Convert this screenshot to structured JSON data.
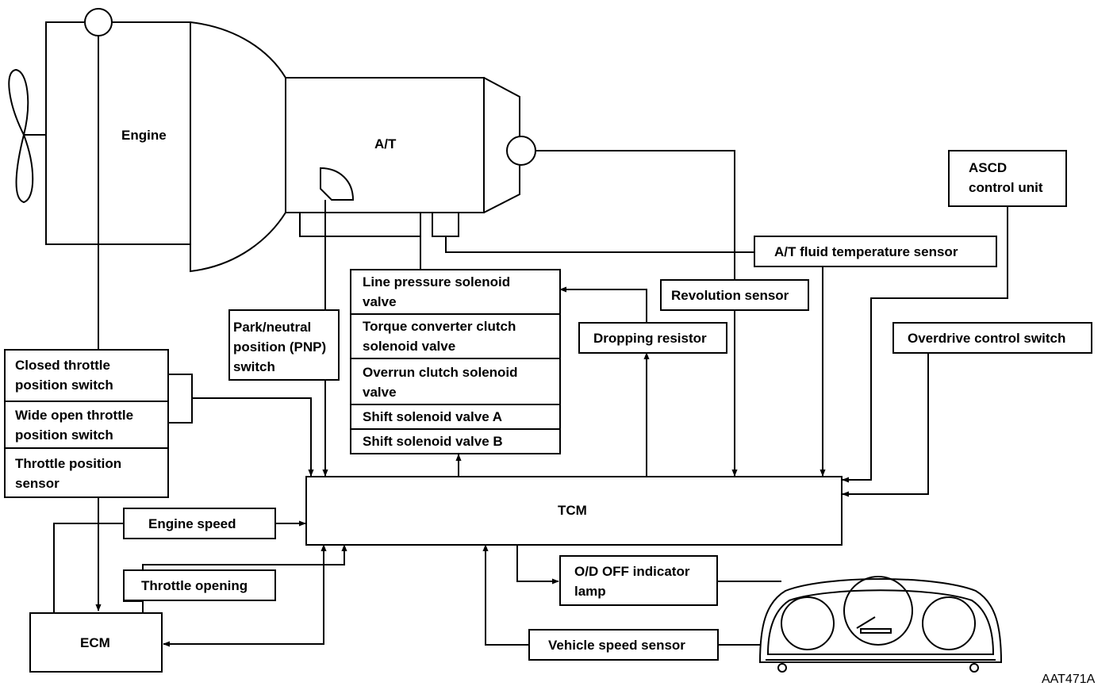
{
  "components": {
    "engine": "Engine",
    "at": "A/T",
    "tcm": "TCM",
    "ecm": "ECM",
    "ascd": "ASCD\ncontrol unit",
    "fluid_temp": "A/T fluid temperature sensor",
    "revolution": "Revolution sensor",
    "dropping_resistor": "Dropping resistor",
    "overdrive_switch": "Overdrive control switch",
    "pnp_switch": "Park/neutral\nposition (PNP)\nswitch",
    "engine_speed": "Engine speed",
    "throttle_opening": "Throttle opening",
    "od_lamp": "O/D OFF indicator\nlamp",
    "vehicle_speed": "Vehicle speed sensor"
  },
  "solenoids": [
    "Line pressure solenoid\nvalve",
    "Torque converter clutch\nsolenoid valve",
    "Overrun clutch solenoid\nvalve",
    "Shift solenoid valve A",
    "Shift solenoid valve B"
  ],
  "throttle_switches": [
    "Closed throttle\nposition switch",
    "Wide open throttle\nposition switch",
    "Throttle position\nsensor"
  ],
  "figure_id": "AAT471A"
}
